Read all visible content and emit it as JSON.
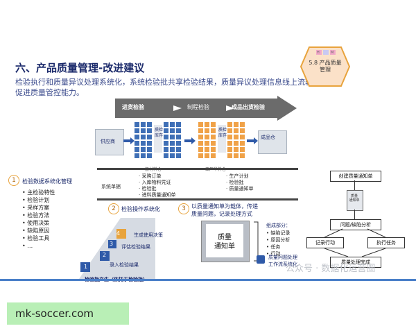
{
  "title": "六、产品质量管理-改进建议",
  "subtitle_line1": "检验执行和质量异议处理系统化，系统检验批共享检验结果，质量异议处理信息线上流转，",
  "subtitle_line2": "促进质量管控能力。",
  "badge": {
    "line1": "5.8 产品质量",
    "line2": "管理",
    "hm1": "H",
    "hm2": "M"
  },
  "arrow": {
    "in": "进货检验",
    "proc": "制程检验",
    "out": "成品出货检验"
  },
  "supplier": "供应商",
  "warehouse1_label": "质检\n库存",
  "warehouse2_label": "质检\n库存",
  "finished": "成品仓",
  "general_store": "一般材料仓",
  "factory_store": "工厂半料仓",
  "system_doc": {
    "title": "系统单据",
    "left_items": [
      "采购订单",
      "入库物料凭证",
      "检验批",
      "进料质量通知单"
    ],
    "right_items": [
      "生产计划",
      "检验批",
      "质量通知单"
    ]
  },
  "section1": {
    "num": "1",
    "title": "检验数据系统化管理",
    "items": [
      "主检验特性",
      "检验计划",
      "采样方案",
      "检验方法",
      "使用决策",
      "缺陷原因",
      "检验工具",
      "…"
    ]
  },
  "section2": {
    "num": "2",
    "title": "检验操作系统化",
    "steps": [
      {
        "n": "4",
        "label": "生成使用决策"
      },
      {
        "n": "3",
        "label": "评估检验结果"
      },
      {
        "n": "2",
        "label": "录入检验结果"
      },
      {
        "n": "1",
        "label": "检验批产生（依托于检验批）"
      }
    ]
  },
  "section3": {
    "num": "3",
    "title_line1": "以质量通知单为载体，传递",
    "title_line2": "质量问题，记录处理方式",
    "doc": "质量\n通知单",
    "comp_title": "组成部分：",
    "comp_items": [
      "缺陷记录",
      "原因分析",
      "任务",
      "行动"
    ],
    "flow_note_line1": "质量问题处理",
    "flow_note_line2": "工作流系统化"
  },
  "flow": {
    "create": "创建质量通知单",
    "doc": "质量\n通知单",
    "analysis": "问题/缺陷分析",
    "record": "记录行动",
    "exec": "执行任务",
    "done": "质量处理完成"
  },
  "watermark": "公众号 · 数据化运营圈",
  "logo": "mk-soccer.com",
  "colors": {
    "navy": "#1b2a6b",
    "blue": "#3f6fb6",
    "orange": "#f0a248",
    "arrow_gray": "#6b6b6b",
    "step_blue": "#2f5aa8"
  }
}
